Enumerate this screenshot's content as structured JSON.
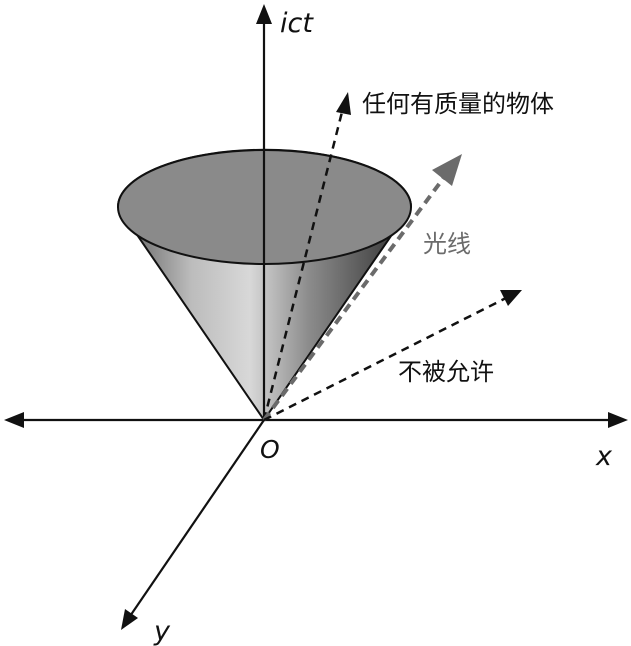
{
  "axes": {
    "vertical_label": "ict",
    "horizontal_label": "x",
    "depth_label": "y",
    "origin_label": "O"
  },
  "annotations": {
    "massive_object": "任何有质量的物体",
    "light": "光线",
    "not_allowed": "不被允许"
  },
  "colors": {
    "axis": "#111111",
    "cone_top": "#8a8a8a",
    "cone_dark": "#2e2e2e",
    "cone_light": "#d8d8d8",
    "light_ray": "#6b6b6b",
    "light_label": "#6b6b6b"
  }
}
